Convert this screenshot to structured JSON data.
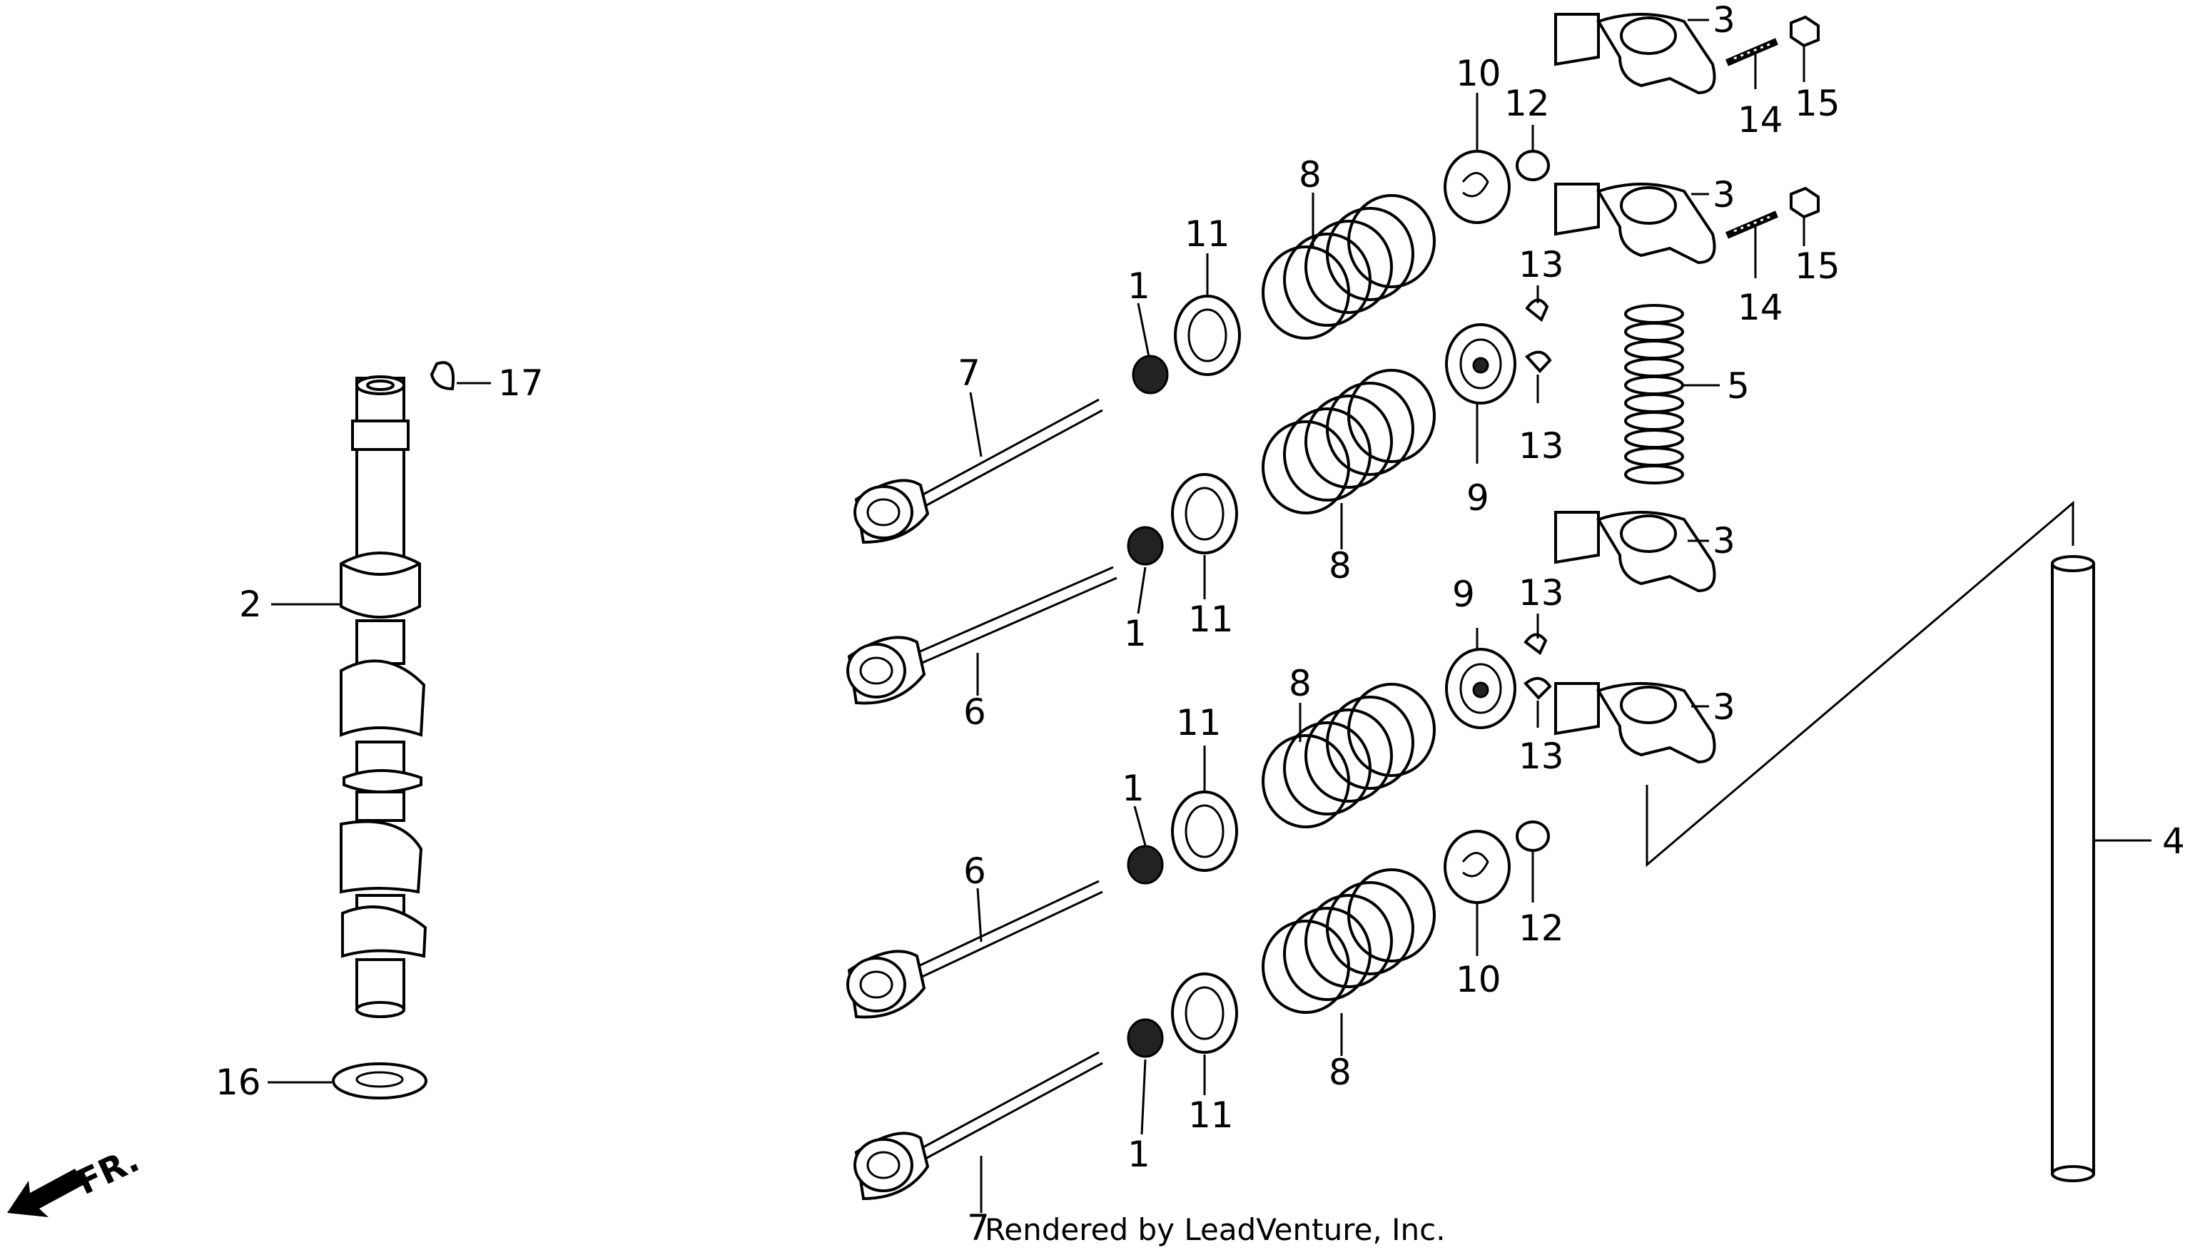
{
  "labels": {
    "p1": "1",
    "p2": "2",
    "p3": "3",
    "p4": "4",
    "p5": "5",
    "p6": "6",
    "p7": "7",
    "p8": "8",
    "p9": "9",
    "p10": "10",
    "p11": "11",
    "p12": "12",
    "p13": "13",
    "p14": "14",
    "p15": "15",
    "p16": "16",
    "p17": "17"
  },
  "front_arrow_label": "FR.",
  "credit": "Rendered by LeadVenture, Inc."
}
